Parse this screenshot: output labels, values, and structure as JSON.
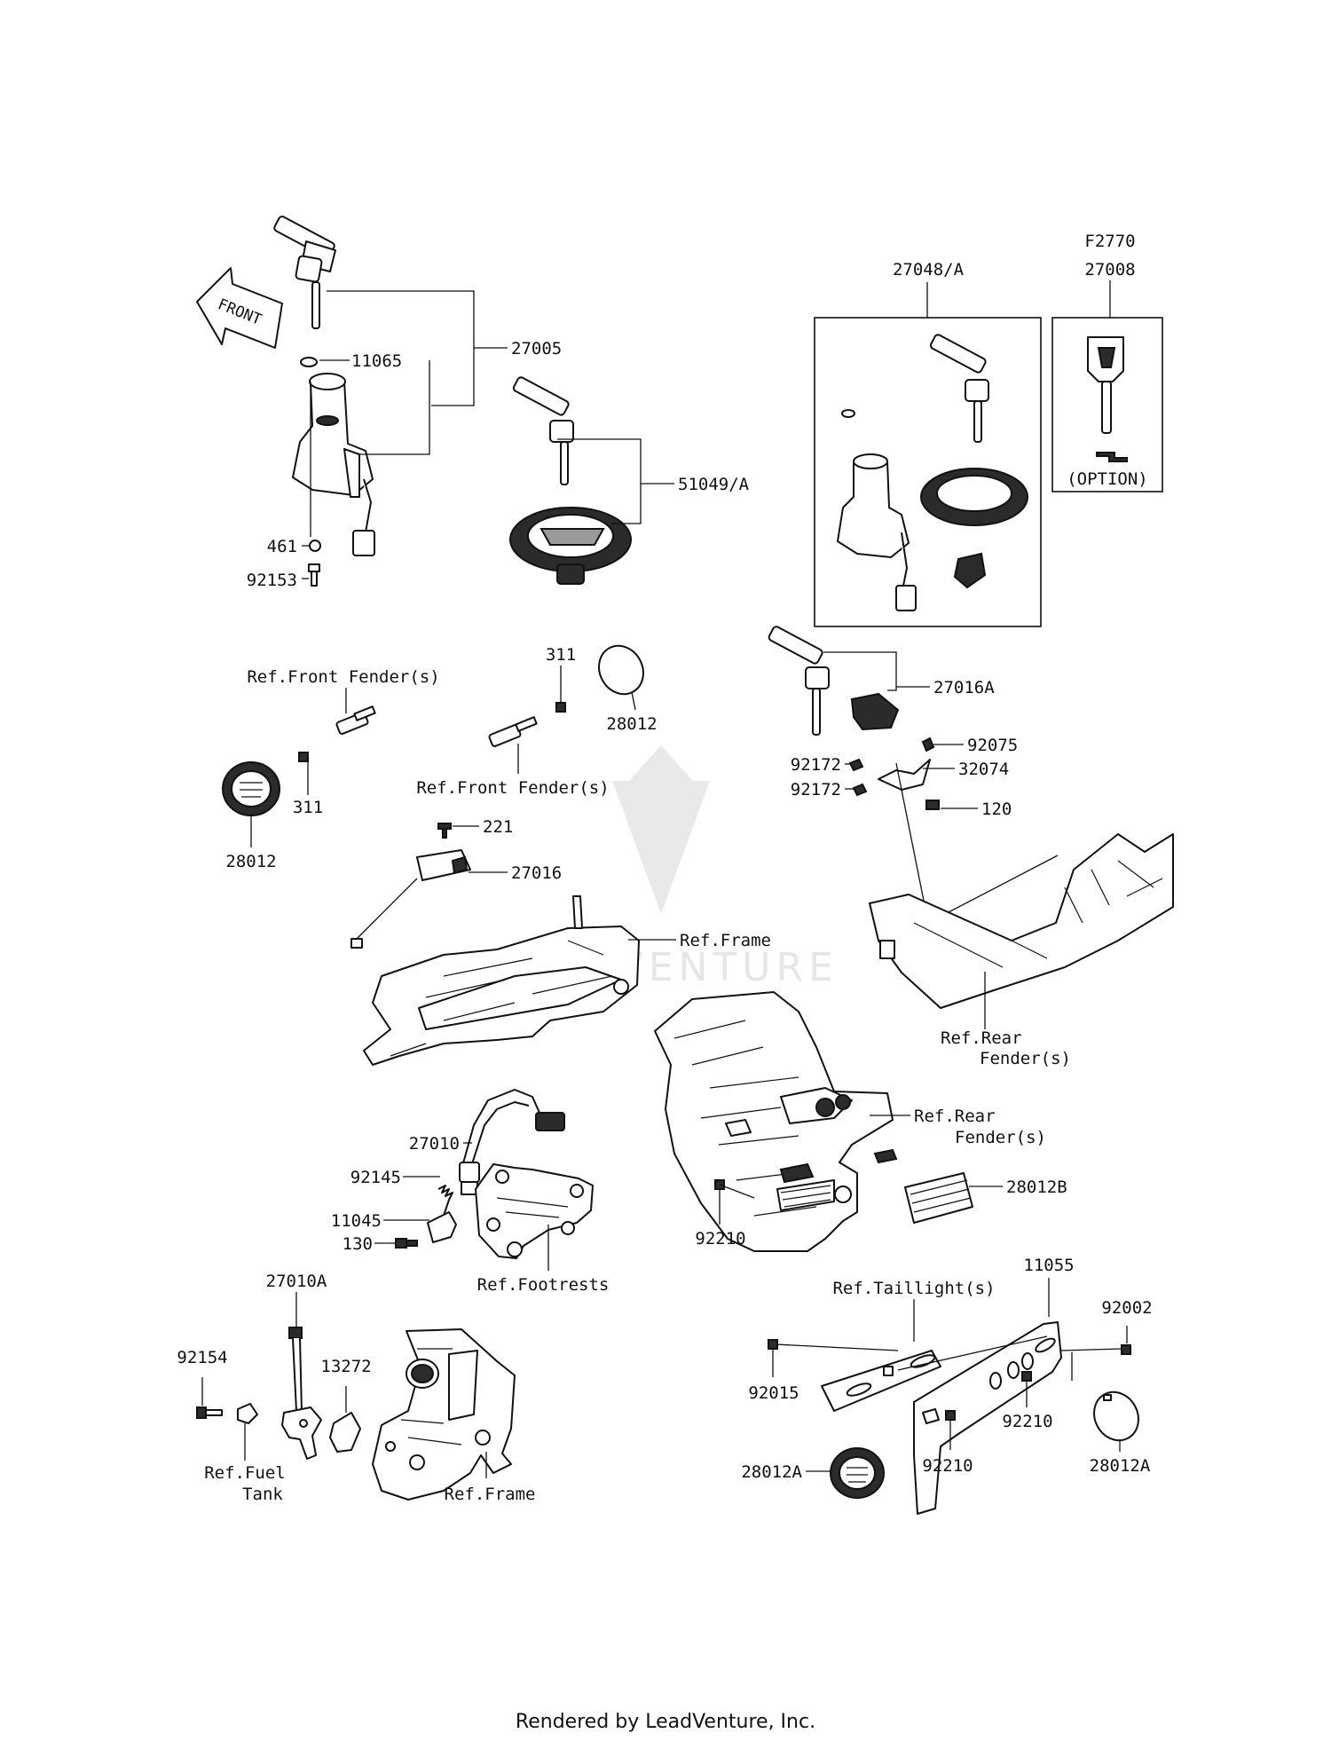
{
  "front_arrow_label": "FRONT",
  "footer_text": "Rendered by LeadVenture, Inc.",
  "watermark_text": "LEADVENTURE",
  "labels": {
    "l27005": "27005",
    "l11065": "11065",
    "l461": "461",
    "l92153": "92153",
    "l51049A": "51049/A",
    "l27048A": "27048/A",
    "lF2770": "F2770",
    "l27008": "27008",
    "lOption": "(OPTION)",
    "l27016A": "27016A",
    "l92075": "92075",
    "l92172a": "92172",
    "l32074": "32074",
    "l92172b": "92172",
    "l120": "120",
    "l311a": "311",
    "l28012a": "28012",
    "lRefFrontFender1": "Ref.Front Fender(s)",
    "l311b": "311",
    "l28012b": "28012",
    "lRefFrontFender2": "Ref.Front Fender(s)",
    "l221": "221",
    "l27016": "27016",
    "lRefFrame1": "Ref.Frame",
    "lRefRearFender1a": "Ref.Rear",
    "lRefRearFender1b": "Fender(s)",
    "l27010": "27010",
    "l92145": "92145",
    "l11045": "11045",
    "l130": "130",
    "lRefFootrests": "Ref.Footrests",
    "lRefRearFender2a": "Ref.Rear",
    "lRefRearFender2b": "Fender(s)",
    "l28012B": "28012B",
    "l92210a": "92210",
    "l27010A": "27010A",
    "l92154": "92154",
    "l13272": "13272",
    "lRefFuelTank1": "Ref.Fuel",
    "lRefFuelTank2": "Tank",
    "lRefFrame2": "Ref.Frame",
    "lRefTaillight": "Ref.Taillight(s)",
    "l11055": "11055",
    "l92002": "92002",
    "l92015": "92015",
    "l92210b": "92210",
    "l92210c": "92210",
    "l28012A1": "28012A",
    "l28012A2": "28012A"
  }
}
